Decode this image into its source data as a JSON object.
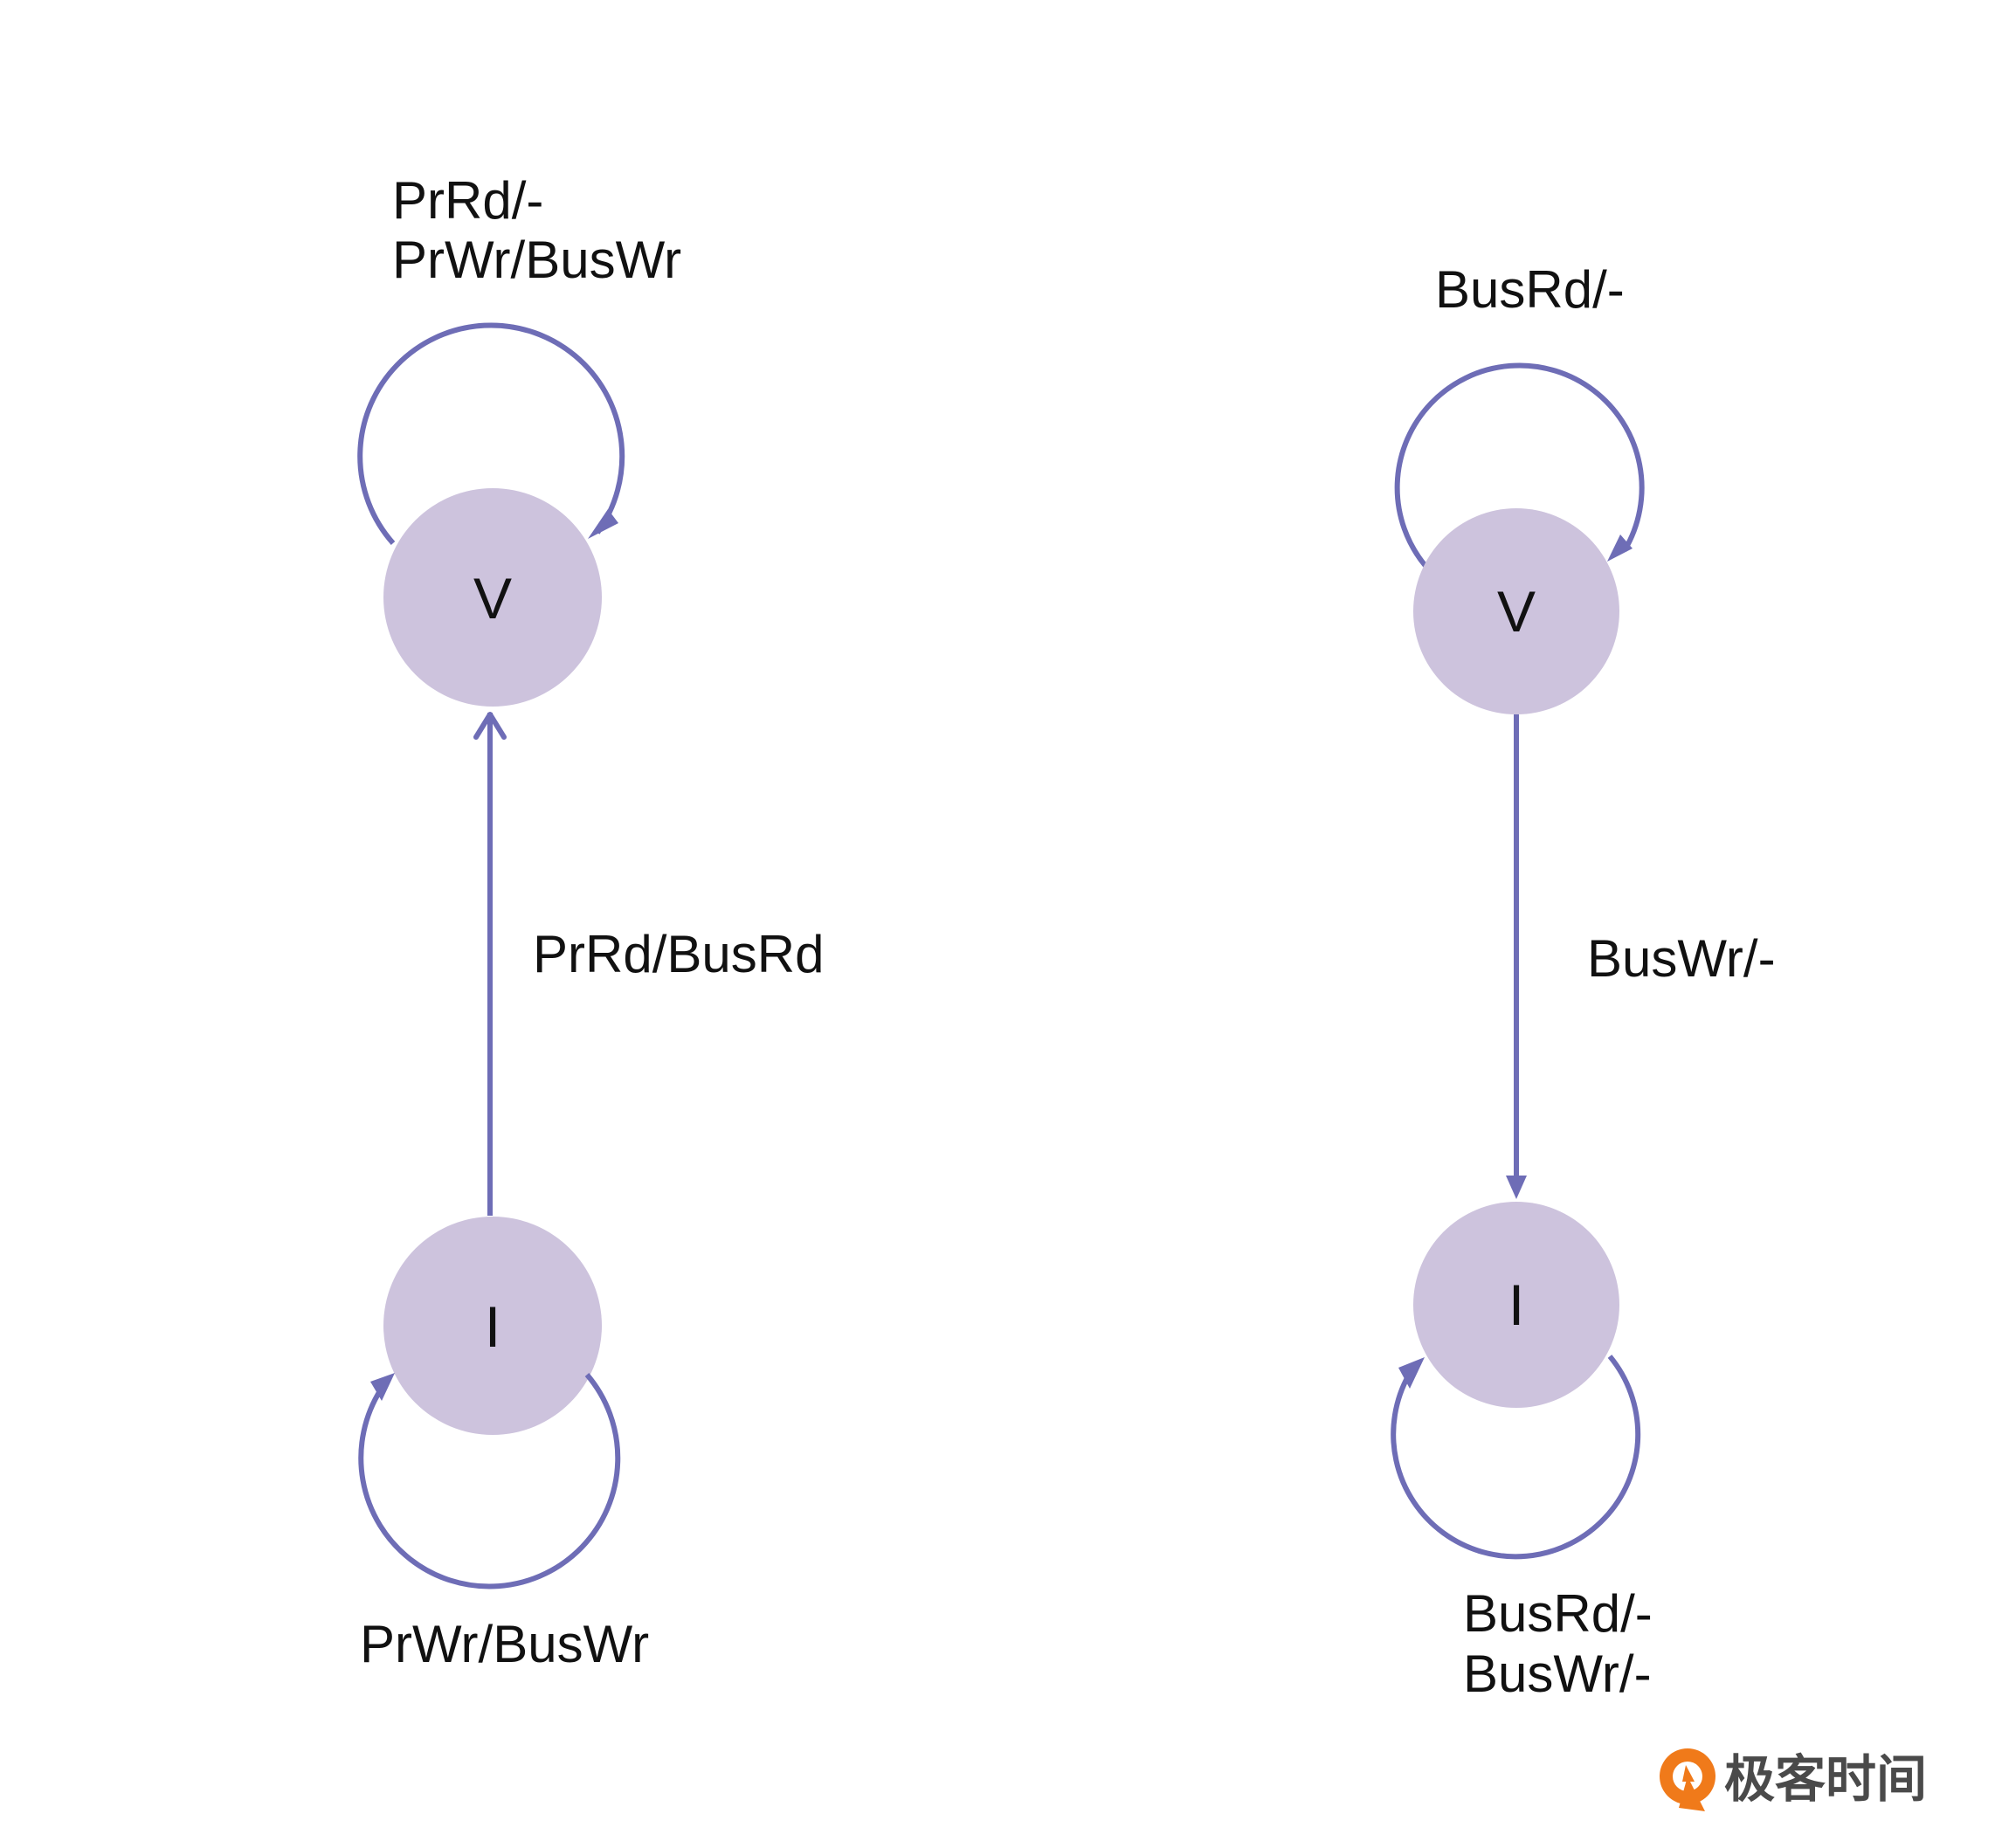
{
  "left": {
    "state_v": "V",
    "state_i": "I",
    "v_loop_label_1": "PrRd/-",
    "v_loop_label_2": "PrWr/BusWr",
    "transition_label": "PrRd/BusRd",
    "i_loop_label": "PrWr/BusWr"
  },
  "right": {
    "state_v": "V",
    "state_i": "I",
    "v_loop_label": "BusRd/-",
    "transition_label": "BusWr/-",
    "i_loop_label_1": "BusRd/-",
    "i_loop_label_2": "BusWr/-"
  },
  "logo": {
    "text": "极客时间"
  },
  "colors": {
    "node_fill": "#cdc3dd",
    "edge": "#6e6db6",
    "logo_accent": "#f07a1a"
  }
}
